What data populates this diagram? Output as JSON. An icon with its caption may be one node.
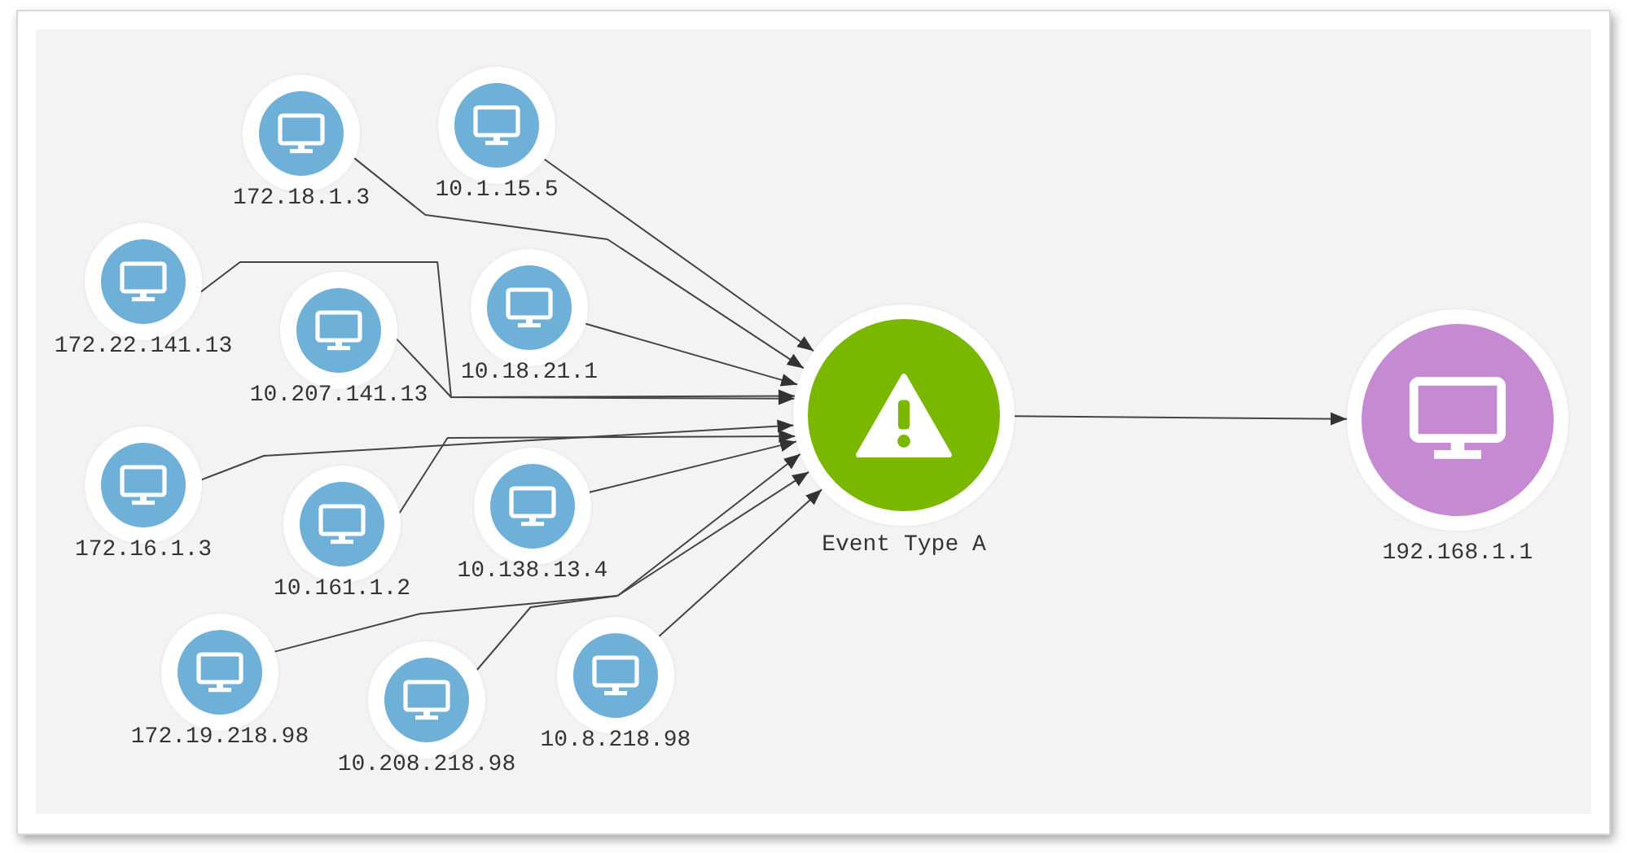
{
  "diagram": {
    "nodes": [
      {
        "text": [
          "172.18.1.3"
        ]
      },
      {
        "text": [
          "10.1.15.5"
        ]
      },
      {
        "text": [
          "172.22.141.13"
        ]
      },
      {
        "text": [
          "10.207.141.13"
        ]
      },
      {
        "text": [
          "10.18.21.1"
        ]
      },
      {
        "text": [
          "172.16.1.3"
        ]
      },
      {
        "text": [
          "10.161.1.2"
        ]
      },
      {
        "text": [
          "10.138.13.4"
        ]
      },
      {
        "text": [
          "172.19.218.98"
        ]
      },
      {
        "text": [
          "10.208.218.98"
        ]
      },
      {
        "text": [
          "10.8.218.98"
        ]
      },
      {
        "text": [
          "Event Type A"
        ]
      },
      {
        "text": [
          "192.168.1.1"
        ]
      }
    ],
    "edges": [
      {
        "from": 0,
        "to": 11,
        "arrow": "to"
      },
      {
        "from": 1,
        "to": 11,
        "arrow": "to"
      },
      {
        "from": 2,
        "to": 11,
        "arrow": "to"
      },
      {
        "from": 3,
        "to": 11,
        "arrow": "to"
      },
      {
        "from": 4,
        "to": 11,
        "arrow": "to"
      },
      {
        "from": 5,
        "to": 11,
        "arrow": "to"
      },
      {
        "from": 6,
        "to": 11,
        "arrow": "to"
      },
      {
        "from": 7,
        "to": 11,
        "arrow": "to"
      },
      {
        "from": 8,
        "to": 11,
        "arrow": "to"
      },
      {
        "from": 9,
        "to": 11,
        "arrow": "to"
      },
      {
        "from": 10,
        "to": 11,
        "arrow": "to"
      },
      {
        "from": 11,
        "to": 12,
        "arrow": "to"
      }
    ]
  }
}
